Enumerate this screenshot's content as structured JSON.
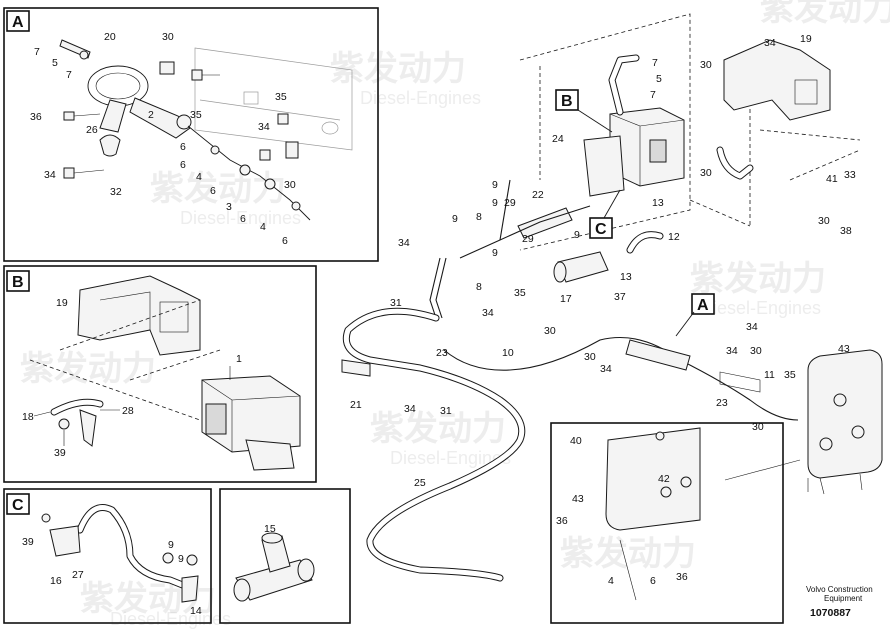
{
  "document": {
    "drawing_number": "1070887",
    "owner_line_1": "Volvo Construction",
    "owner_line_2": "Equipment"
  },
  "watermark": {
    "brand_cn": "紫发动力",
    "brand_en": "Diesel-Engines"
  },
  "detail_views": [
    {
      "key": "A",
      "tag": "A"
    },
    {
      "key": "B",
      "tag": "B"
    },
    {
      "key": "C",
      "tag": "C"
    }
  ],
  "main_callouts": {
    "B": "B",
    "C": "C",
    "A": "A"
  },
  "labels": {
    "detail_a": [
      "7",
      "5",
      "7",
      "20",
      "30",
      "36",
      "26",
      "2",
      "35",
      "35",
      "34",
      "6",
      "34",
      "32",
      "6",
      "4",
      "6",
      "3",
      "30",
      "6",
      "4",
      "6"
    ],
    "detail_b": [
      "19",
      "1",
      "18",
      "28",
      "39"
    ],
    "detail_c": [
      "39",
      "27",
      "16",
      "9",
      "9",
      "14"
    ],
    "detail_15": [
      "15"
    ],
    "main": [
      "34",
      "19",
      "30",
      "7",
      "5",
      "7",
      "24",
      "9",
      "22",
      "29",
      "8",
      "9",
      "29",
      "9",
      "34",
      "13",
      "12",
      "9",
      "8",
      "9",
      "35",
      "17",
      "37",
      "13",
      "30",
      "33",
      "41",
      "30",
      "38",
      "34",
      "31",
      "34",
      "23",
      "30",
      "10",
      "30",
      "34",
      "34",
      "30",
      "43",
      "31",
      "21",
      "34",
      "23",
      "11",
      "35",
      "30",
      "25",
      "40",
      "43",
      "42",
      "36",
      "4",
      "6",
      "36"
    ]
  }
}
